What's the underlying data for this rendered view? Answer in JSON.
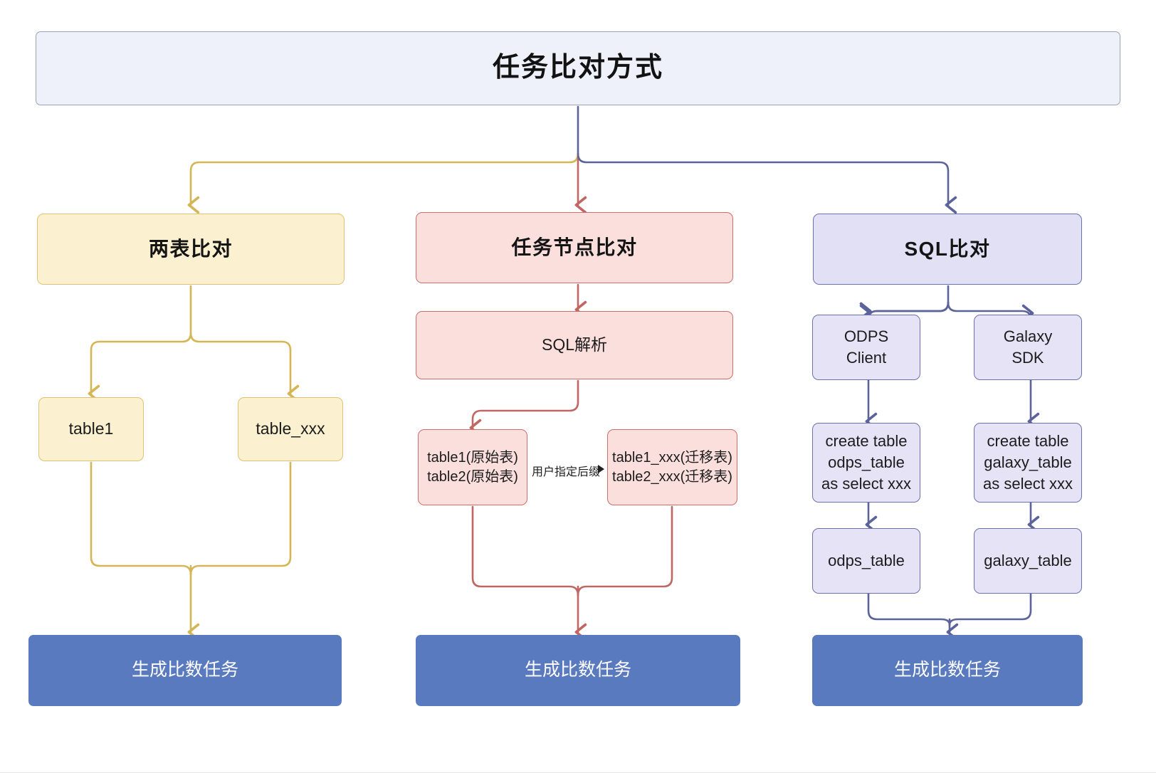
{
  "diagram": {
    "title": "任务比对方式",
    "colors": {
      "title_fill": "#eef1fa",
      "title_stroke": "#9aa3b8",
      "yellow_fill": "#fbf0cf",
      "yellow_stroke": "#ddc475",
      "yellow_edge": "#d4b657",
      "red_fill": "#fadfdd",
      "red_stroke": "#c96f6c",
      "red_edge": "#c06663",
      "purple_fill": "#e6e3f7",
      "purple_stroke": "#6b72ab",
      "purple_edge": "#5b6399",
      "terminal_fill": "#5a7abf",
      "terminal_text": "#ffffff"
    },
    "branches": {
      "left": {
        "head": "两表比对",
        "table_a": "table1",
        "table_b": "table_xxx",
        "terminal": "生成比数任务"
      },
      "middle": {
        "head": "任务节点比对",
        "parse": "SQL解析",
        "source_tables": "table1(原始表)\ntable2(原始表)",
        "edge_label": "用户指定后缀",
        "migrated_tables": "table1_xxx(迁移表)\ntable2_xxx(迁移表)",
        "terminal": "生成比数任务"
      },
      "right": {
        "head": "SQL比对",
        "client_odps": "ODPS\nClient",
        "client_galaxy": "Galaxy\nSDK",
        "ddl_odps": "create table\nodps_table\nas select xxx",
        "ddl_galaxy": "create table\ngalaxy_table\nas select xxx",
        "result_odps": "odps_table",
        "result_galaxy": "galaxy_table",
        "terminal": "生成比数任务"
      }
    }
  }
}
